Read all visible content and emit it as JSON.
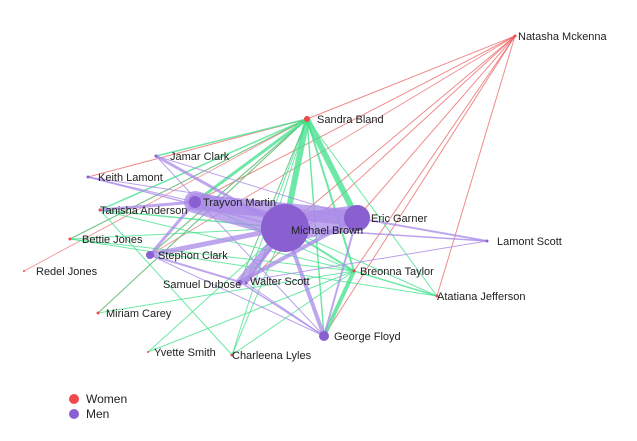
{
  "colors": {
    "women": "#f04a4a",
    "men": "#8a5fd0",
    "link_women": "#3ee08a",
    "link_men": "#a98ae8",
    "link_cross": "#e85a5a"
  },
  "legend": [
    {
      "key": "women",
      "label": "Women"
    },
    {
      "key": "men",
      "label": "Men"
    }
  ],
  "nodes": [
    {
      "id": "natasha",
      "label": "Natasha Mckenna",
      "gender": "women"
    },
    {
      "id": "sandra",
      "label": "Sandra Bland",
      "gender": "women"
    },
    {
      "id": "jamar",
      "label": "Jamar Clark",
      "gender": "men"
    },
    {
      "id": "keith",
      "label": "Keith Lamont",
      "gender": "men"
    },
    {
      "id": "trayvon",
      "label": "Trayvon Martin",
      "gender": "men"
    },
    {
      "id": "tanisha",
      "label": "Tanisha Anderson",
      "gender": "women"
    },
    {
      "id": "eric",
      "label": "Eric Garner",
      "gender": "men"
    },
    {
      "id": "michael",
      "label": "Michael Brown",
      "gender": "men"
    },
    {
      "id": "bettie",
      "label": "Bettie Jones",
      "gender": "women"
    },
    {
      "id": "lamont",
      "label": "Lamont Scott",
      "gender": "men"
    },
    {
      "id": "stephon",
      "label": "Stephon Clark",
      "gender": "men"
    },
    {
      "id": "redel",
      "label": "Redel Jones",
      "gender": "women"
    },
    {
      "id": "breonna",
      "label": "Breonna Taylor",
      "gender": "women"
    },
    {
      "id": "samuel",
      "label": "Samuel Dubose",
      "gender": "men"
    },
    {
      "id": "walter",
      "label": "Walter Scott",
      "gender": "men"
    },
    {
      "id": "atatiana",
      "label": "Atatiana Jefferson",
      "gender": "women"
    },
    {
      "id": "miriam",
      "label": "Miriam Carey",
      "gender": "women"
    },
    {
      "id": "george",
      "label": "George Floyd",
      "gender": "men"
    },
    {
      "id": "yvette",
      "label": "Yvette Smith",
      "gender": "women"
    },
    {
      "id": "charleena",
      "label": "Charleena Lyles",
      "gender": "women"
    }
  ]
}
